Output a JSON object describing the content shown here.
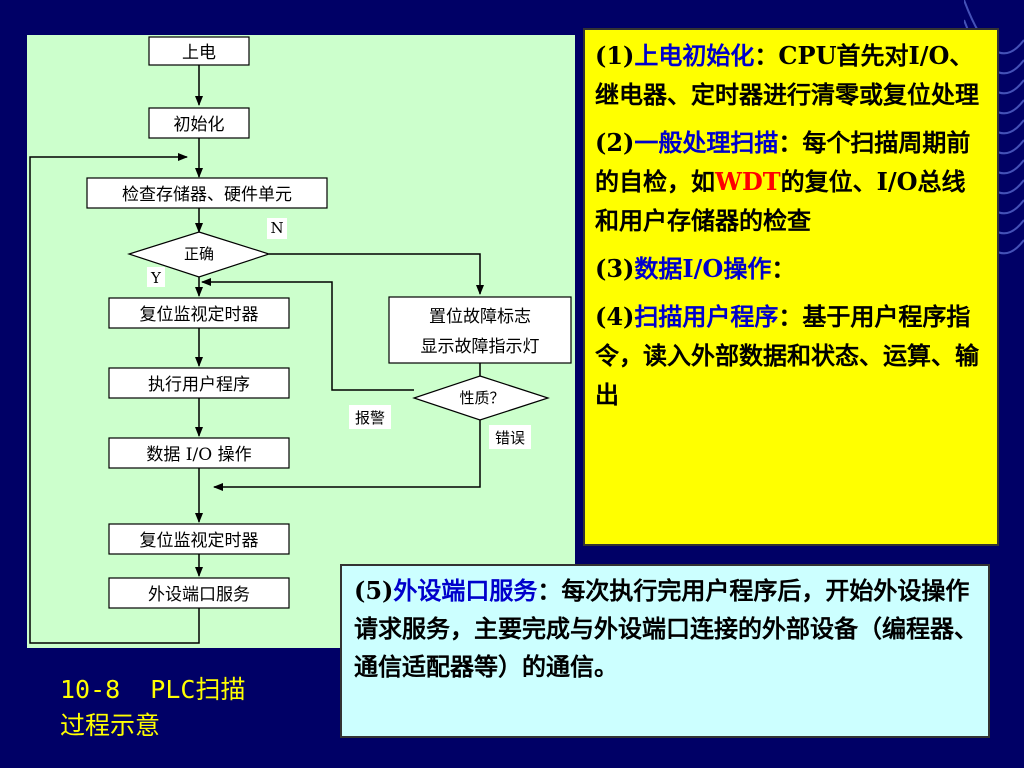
{
  "flowchart": {
    "power_on": "上电",
    "init": "初始化",
    "check": "检查存储器、硬件单元",
    "correct": "正确",
    "n_label": "N",
    "y_label": "Y",
    "reset_wdt1": "复位监视定时器",
    "set_fault_line1": "置位故障标志",
    "set_fault_line2": "显示故障指示灯",
    "run_program": "执行用户程序",
    "nature": "性质？",
    "alarm": "报警",
    "error": "错误",
    "data_io": "数据 I/O 操作",
    "reset_wdt2": "复位监视定时器",
    "peripheral": "外设端口服务"
  },
  "caption": {
    "line1": "10-8  PLC扫描",
    "line2": "过程示意"
  },
  "notes": {
    "p1_num": "(1)",
    "p1_title": "上电初始化",
    "p1_colon": "：",
    "p1_text": "CPU首先对I/O、继电器、定时器进行清零或复位处理",
    "p2_num": "(2)",
    "p2_title": "一般处理扫描",
    "p2_colon": "：",
    "p2_text_a": "每个扫描周期前的自检，如",
    "p2_wdt": "WDT",
    "p2_text_b": "的复位、I/O总线和用户存储器的检查",
    "p3_num": "(3)",
    "p3_title": "数据I/O操作",
    "p3_colon": "：",
    "p4_num": "(4)",
    "p4_title": "扫描用户程序",
    "p4_colon": "：",
    "p4_text": "基于用户程序指令，读入外部数据和状态、运算、输出",
    "p5_num": "(5)",
    "p5_title": "外设端口服务",
    "p5_colon": "：",
    "p5_text": "每次执行完用户程序后，开始外设操作请求服务，主要完成与外设端口连接的外部设备（编程器、通信适配器等）的通信。"
  }
}
